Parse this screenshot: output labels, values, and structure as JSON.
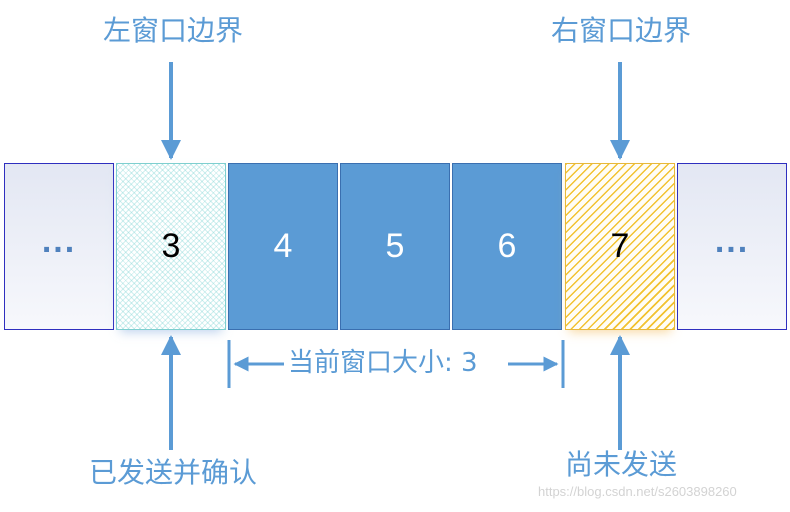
{
  "labels": {
    "left_boundary": "左窗口边界",
    "right_boundary": "右窗口边界",
    "acked": "已发送并确认",
    "unsent": "尚未发送",
    "window_size": "当前窗口大小: 3"
  },
  "cells": [
    {
      "text": "...",
      "state": "ellipsis"
    },
    {
      "text": "3",
      "state": "sent-and-acknowledged"
    },
    {
      "text": "4",
      "state": "in-window"
    },
    {
      "text": "5",
      "state": "in-window"
    },
    {
      "text": "6",
      "state": "in-window"
    },
    {
      "text": "7",
      "state": "not-yet-sent"
    },
    {
      "text": "...",
      "state": "ellipsis"
    }
  ],
  "watermark": "https://blog.csdn.net/s2603898260",
  "colors": {
    "accent": "#5b9bd5",
    "window_fill": "#5b9bd5",
    "acked_pattern": "#7ecfcf",
    "unsent_pattern": "#f2c230",
    "cell_border": "#2f2fbf"
  }
}
